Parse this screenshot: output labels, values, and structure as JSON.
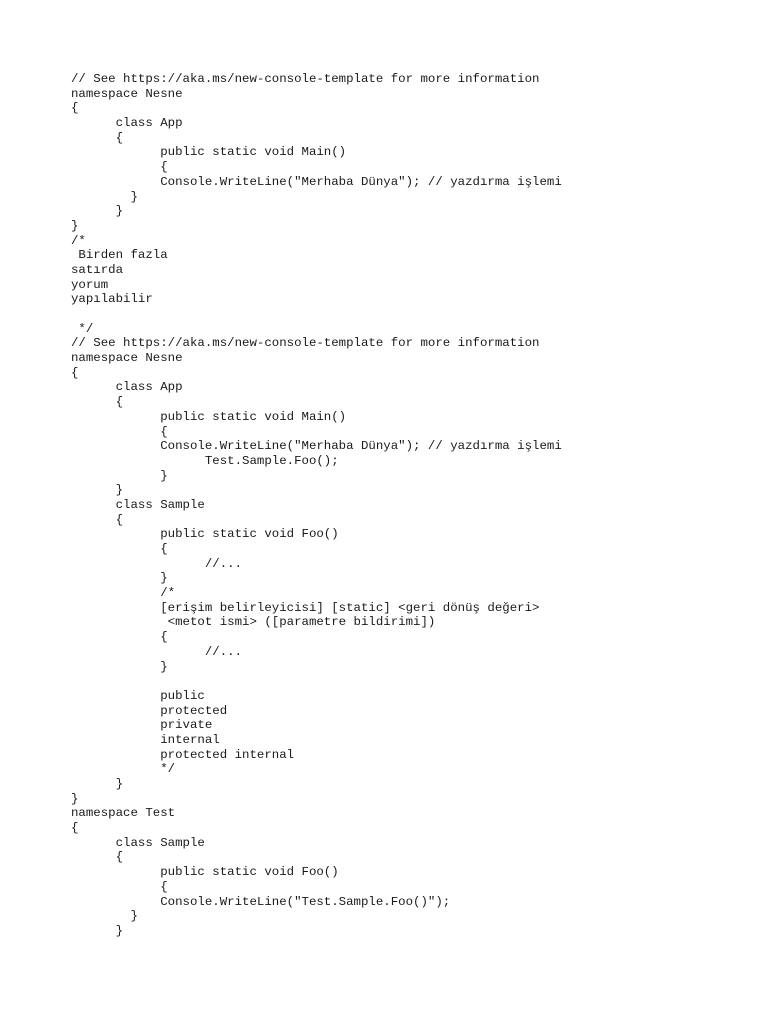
{
  "document": {
    "lines": [
      "// See https://aka.ms/new-console-template for more information",
      "namespace Nesne",
      "{",
      "      class App",
      "      {",
      "            public static void Main()",
      "            {",
      "            Console.WriteLine(\"Merhaba Dünya\"); // yazdırma işlemi",
      "        }",
      "      }",
      "}",
      "/*",
      " Birden fazla",
      "satırda",
      "yorum",
      "yapılabilir",
      "",
      " */",
      "// See https://aka.ms/new-console-template for more information",
      "namespace Nesne",
      "{",
      "      class App",
      "      {",
      "            public static void Main()",
      "            {",
      "            Console.WriteLine(\"Merhaba Dünya\"); // yazdırma işlemi",
      "                  Test.Sample.Foo();",
      "            }",
      "      }",
      "      class Sample",
      "      {",
      "            public static void Foo()",
      "            {",
      "                  //...",
      "            }",
      "            /*",
      "            [erişim belirleyicisi] [static] <geri dönüş değeri>",
      "             <metot ismi> ([parametre bildirimi])",
      "            {",
      "                  //...",
      "            }",
      "",
      "            public",
      "            protected",
      "            private",
      "            internal",
      "            protected internal",
      "            */",
      "      }",
      "}",
      "namespace Test",
      "{",
      "      class Sample",
      "      {",
      "            public static void Foo()",
      "            {",
      "            Console.WriteLine(\"Test.Sample.Foo()\");",
      "        }",
      "      }"
    ]
  }
}
